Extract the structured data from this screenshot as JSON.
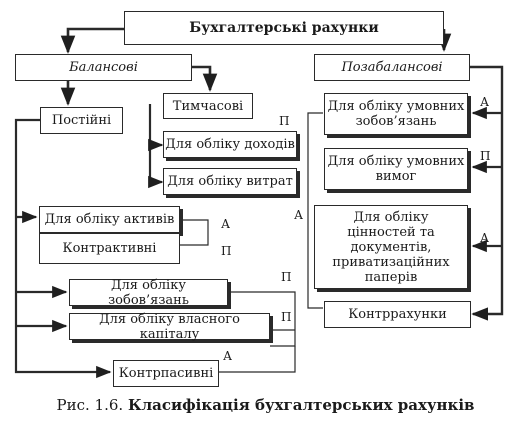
{
  "root": "Бухгалтерські рахунки",
  "balance": {
    "title": "Балансові",
    "permanent": "Постійні",
    "temporary": "Тимчасові",
    "income": "Для обліку доходів",
    "expenses": "Для обліку витрат",
    "assets": "Для обліку активів",
    "contra_active": "Контрактивні",
    "liabilities": "Для обліку зобов’язань",
    "equity": "Для обліку власного капіталу",
    "contra_passive": "Контрпасивні"
  },
  "off_balance": {
    "title": "Позабалансові",
    "conditional_liabilities": "Для обліку умовних зобов’язань",
    "conditional_claims": "Для обліку умовних вимог",
    "valuables": "Для обліку цінностей та документів, приватизаційних паперів",
    "contra_accounts": "Контррахунки"
  },
  "marks": {
    "income": "П",
    "cond_liab": "А",
    "cond_claims": "П",
    "valuables_left": "А",
    "valuables_right": "А",
    "assets": "А",
    "contra_active": "П",
    "liabilities": "П",
    "equity": "П",
    "contra_passive": "А"
  },
  "caption": {
    "prefix": "Рис. 1.6.",
    "title": "Класифікація бухгалтерських рахунків"
  }
}
